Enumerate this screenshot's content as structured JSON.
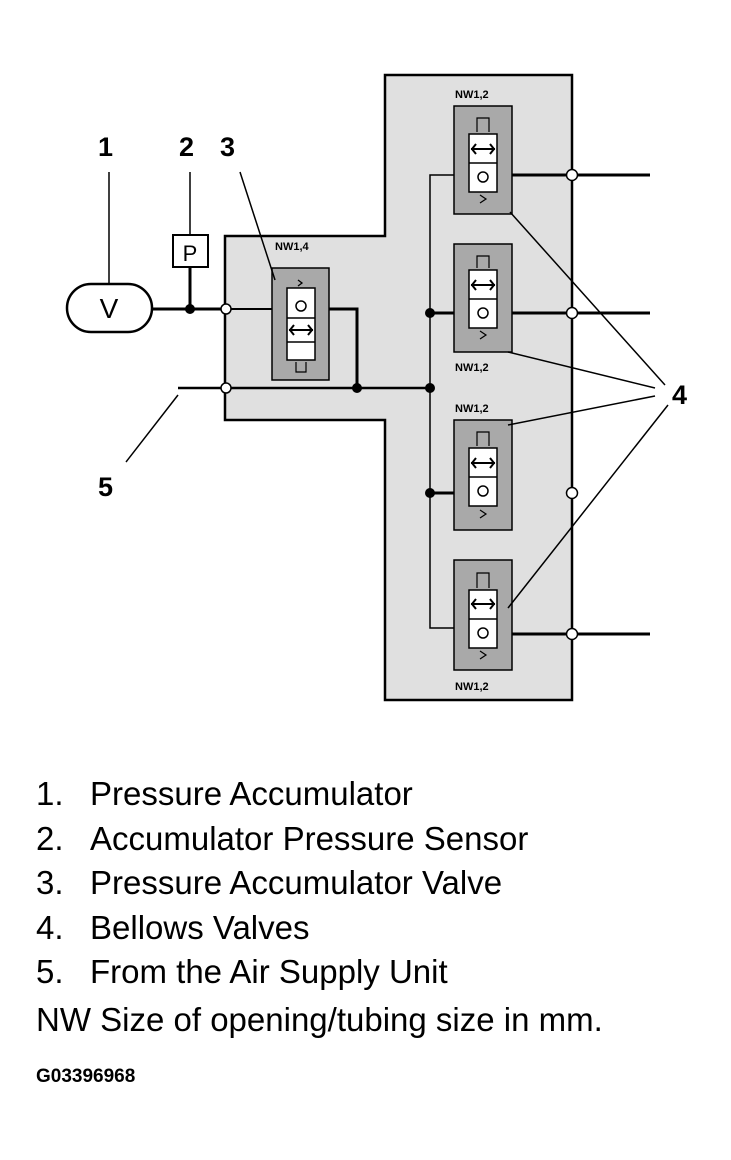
{
  "callouts": {
    "c1": "1",
    "c2": "2",
    "c3": "3",
    "c4": "4",
    "c5": "5"
  },
  "components": {
    "accumulator_symbol": "V",
    "sensor_symbol": "P",
    "accumulator_valve_size": "NW1,4",
    "bellows_valve_1_size": "NW1,2",
    "bellows_valve_2_size": "NW1,2",
    "bellows_valve_3_size": "NW1,2",
    "bellows_valve_4_size": "NW1,2"
  },
  "legend": [
    {
      "num": "1.",
      "text": "Pressure Accumulator"
    },
    {
      "num": "2.",
      "text": "Accumulator Pressure Sensor"
    },
    {
      "num": "3.",
      "text": "Pressure Accumulator Valve"
    },
    {
      "num": "4.",
      "text": "Bellows Valves"
    },
    {
      "num": "5.",
      "text": "From the Air Supply Unit"
    }
  ],
  "note": "NW Size of opening/tubing size in mm.",
  "figure_id": "G03396968",
  "colors": {
    "block_fill": "#e0e0e0",
    "valve_fill": "#a9a9a9",
    "line": "#000000"
  }
}
